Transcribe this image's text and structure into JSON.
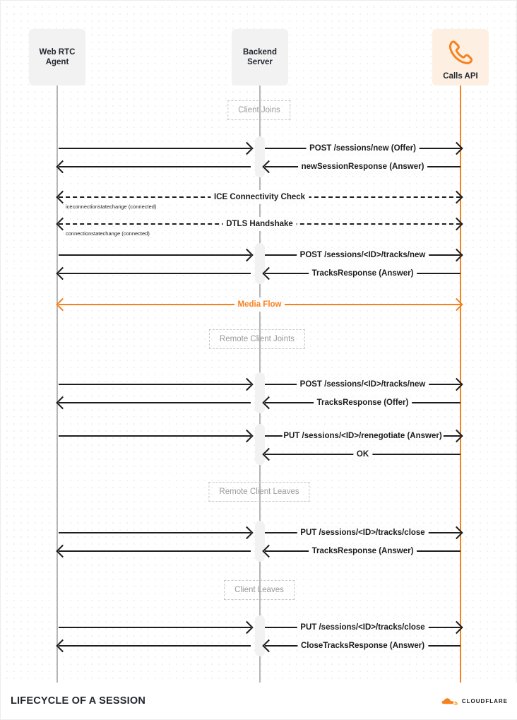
{
  "footer": {
    "title": "LIFECYCLE OF A SESSION",
    "brand": "CLOUDFLARE",
    "brand_icon": "cloudflare-cloud-icon",
    "brand_color": "#F6821F"
  },
  "actors": [
    {
      "id": "agent",
      "line1": "Web RTC",
      "line2": "Agent",
      "bg": "#F2F2F3",
      "lifeline_color": "#B5B5B5"
    },
    {
      "id": "backend",
      "line1": "Backend",
      "line2": "Server",
      "bg": "#F2F2F3",
      "lifeline_color": "#B5B5B5"
    },
    {
      "id": "calls",
      "line1": "Calls API",
      "line2": "",
      "bg": "#FDF0E3",
      "lifeline_color": "#F6821F",
      "icon": "phone-icon"
    }
  ],
  "sections": [
    {
      "label": "Client Joins"
    },
    {
      "label": "Remote Client Joints"
    },
    {
      "label": "Remote Client Leaves"
    },
    {
      "label": "Client Leaves"
    }
  ],
  "messages": [
    {
      "label": "POST /sessions/new (Offer)",
      "span": "backend-calls",
      "dir": "right",
      "style": "solid"
    },
    {
      "label": "newSessionResponse (Answer)",
      "span": "backend-calls",
      "dir": "left",
      "style": "solid"
    },
    {
      "label": "ICE Connectivity Check",
      "span": "agent-calls",
      "dir": "both",
      "style": "dashed",
      "sub": "iceconnectionstatechange (connected)"
    },
    {
      "label": "DTLS Handshake",
      "span": "agent-calls",
      "dir": "both",
      "style": "dashed",
      "sub": "connectionstatechange (connected)"
    },
    {
      "label": "POST /sessions/<ID>/tracks/new",
      "span": "backend-calls",
      "dir": "right",
      "style": "solid"
    },
    {
      "label": "TracksResponse (Answer)",
      "span": "backend-calls",
      "dir": "left",
      "style": "solid"
    },
    {
      "label": "Media Flow",
      "span": "agent-calls",
      "dir": "both",
      "style": "solid",
      "color": "#F6821F"
    },
    {
      "label": "POST /sessions/<ID>/tracks/new",
      "span": "backend-calls",
      "dir": "right",
      "style": "solid"
    },
    {
      "label": "TracksResponse (Offer)",
      "span": "backend-calls",
      "dir": "left",
      "style": "solid"
    },
    {
      "label": "PUT /sessions/<ID>/renegotiate (Answer)",
      "span": "backend-calls",
      "dir": "right",
      "style": "solid"
    },
    {
      "label": "OK",
      "span": "backend-calls",
      "dir": "left",
      "style": "solid"
    },
    {
      "label": "PUT /sessions/<ID>/tracks/close",
      "span": "backend-calls",
      "dir": "right",
      "style": "solid"
    },
    {
      "label": "TracksResponse (Answer)",
      "span": "backend-calls",
      "dir": "left",
      "style": "solid"
    },
    {
      "label": "PUT /sessions/<ID>/tracks/close",
      "span": "backend-calls",
      "dir": "right",
      "style": "solid"
    },
    {
      "label": "CloseTracksResponse (Answer)",
      "span": "backend-calls",
      "dir": "left",
      "style": "solid"
    }
  ]
}
